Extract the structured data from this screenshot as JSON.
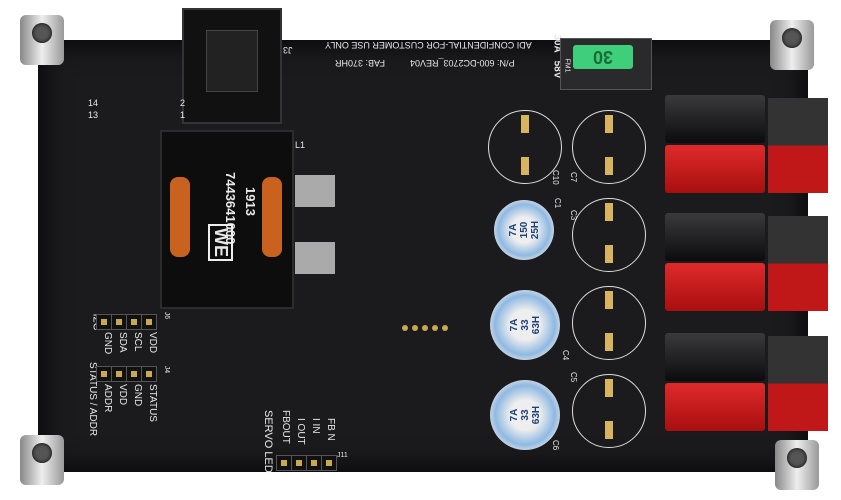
{
  "board": {
    "confidential": "ADI CONFIDENTIAL-FOR CUSTOMER USE ONLY",
    "part_number": "P/N: 600-DC2703_REV04",
    "fab": "FAB: 370HR",
    "fuse_rating": "30A",
    "fuse_voltage": "58V",
    "fuse_ref": "FM1",
    "fuse_label": "30",
    "connector_ref": "J3",
    "pin_labels": [
      "14",
      "13",
      "2",
      "1"
    ],
    "inductor": {
      "part": "7443641000",
      "date": "1913",
      "brand": "WE",
      "ref": "L1"
    },
    "i2c": {
      "title": "I2C",
      "ref": "J6",
      "pins": [
        "VDD",
        "SCL",
        "SDA",
        "GND"
      ]
    },
    "status": {
      "title": "STATUS / ADDR",
      "ref": "J4",
      "pins": [
        "STATUS",
        "GND",
        "VDD",
        "ADDR"
      ]
    },
    "servo": {
      "ref": "J11",
      "pins": [
        "FB N",
        "I IN",
        "I OUT",
        "FBOUT"
      ],
      "title": "SERVO LED"
    },
    "caps": [
      "C10",
      "C7",
      "C1",
      "C3",
      "C4",
      "C5",
      "C6"
    ],
    "ecaps": [
      [
        "7A",
        "150",
        "25H"
      ],
      [
        "7A",
        "33",
        "63H"
      ],
      [
        "7A",
        "33",
        "63H"
      ]
    ]
  }
}
